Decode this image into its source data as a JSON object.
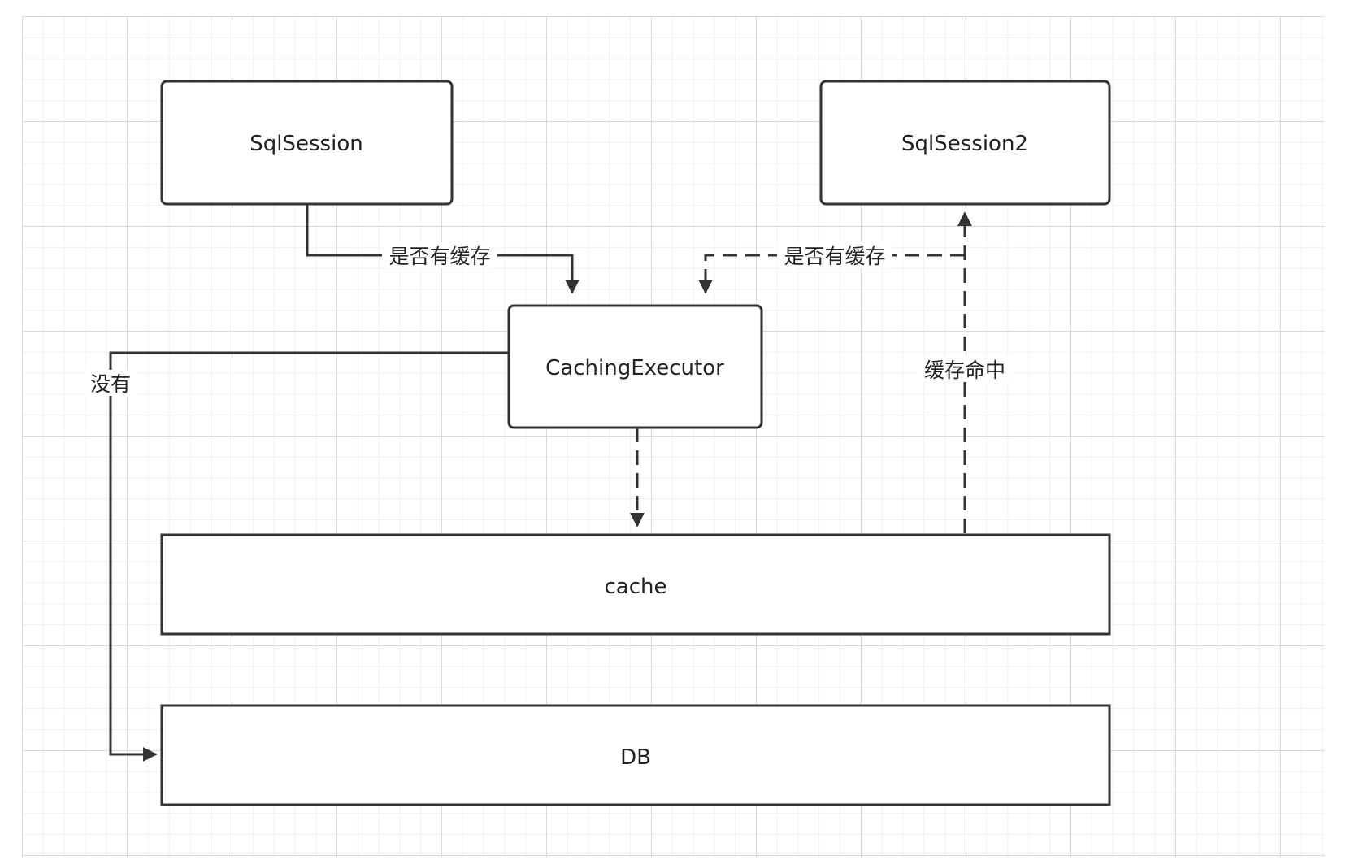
{
  "nodes": {
    "sqlsession": "SqlSession",
    "sqlsession2": "SqlSession2",
    "caching_executor": "CachingExecutor",
    "cache": "cache",
    "db": "DB"
  },
  "edges": {
    "session_to_executor": "是否有缓存",
    "session2_to_executor": "是否有缓存",
    "cache_hit": "缓存命中",
    "no_cache": "没有"
  },
  "colors": {
    "stroke": "#333333",
    "background": "#ffffff",
    "grid": "#d9d9d9"
  }
}
